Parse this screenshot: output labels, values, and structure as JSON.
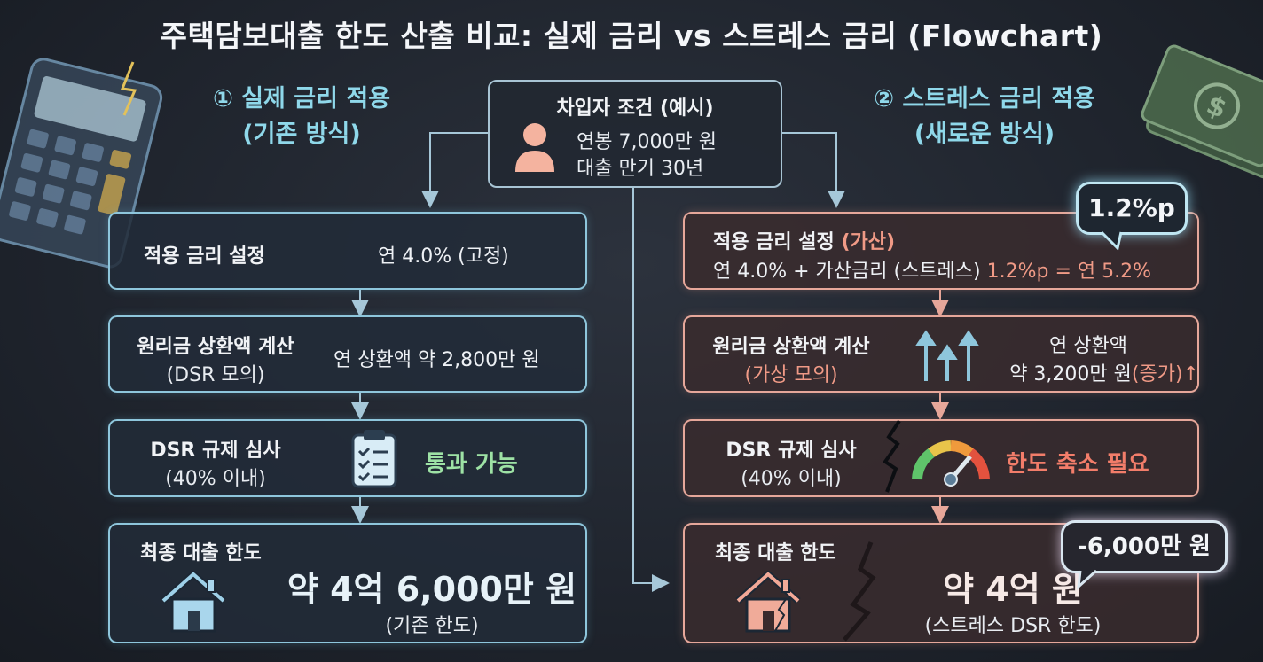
{
  "title": "주택담보대출 한도 산출 비교: 실제 금리 vs 스트레스 금리 (Flowchart)",
  "left_column": {
    "heading_line1": "① 실제 금리 적용",
    "heading_line2": "(기존 방식)",
    "step1": {
      "label": "적용 금리 설정",
      "value": "연 4.0% (고정)"
    },
    "step2": {
      "label": "원리금 상환액 계산",
      "sublabel": "(DSR 모의)",
      "value": "연 상환액 약 2,800만 원"
    },
    "step3": {
      "label": "DSR 규제 심사",
      "sublabel": "(40% 이내)",
      "result": "통과 가능"
    },
    "step4": {
      "label": "최종 대출 한도",
      "value": "약 4억 6,000만 원",
      "note": "(기존 한도)"
    }
  },
  "center": {
    "heading": "차입자 조건 (예시)",
    "line1": "연봉 7,000만 원",
    "line2": "대출 만기 30년"
  },
  "right_column": {
    "heading_line1": "② 스트레스 금리 적용",
    "heading_line2": "(새로운 방식)",
    "step1": {
      "label": "적용 금리 설정",
      "label_accent": "(가산)",
      "formula_a": "연 4.0% + 가산금리 (스트레스)",
      "formula_b": "1.2%p = 연 5.2%"
    },
    "step2": {
      "label": "원리금 상환액 계산",
      "sublabel": "(가상 모의)",
      "value_line1": "연 상환액",
      "value_line2a": "약 3,200만 원",
      "value_line2b": "(증가)"
    },
    "step3": {
      "label": "DSR 규제 심사",
      "sublabel": "(40% 이내)",
      "result": "한도 축소 필요"
    },
    "step4": {
      "label": "최종 대출 한도",
      "value": "약 4억 원",
      "note": "(스트레스 DSR 한도)"
    }
  },
  "bubbles": {
    "rate_bubble": "1.2%p",
    "diff_bubble": "-6,000만 원"
  },
  "colors": {
    "left_accent": "#8ec6dc",
    "right_accent": "#e6a79a",
    "pass": "#9ee2a5",
    "fail": "#f27d6a"
  }
}
